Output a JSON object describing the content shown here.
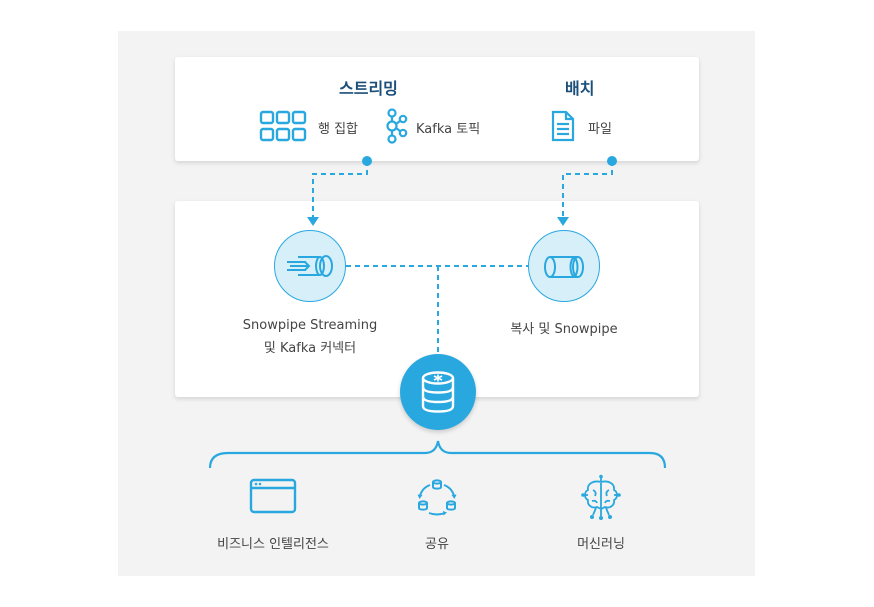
{
  "streaming": {
    "title": "스트리밍",
    "row_set_label": "행 집합",
    "kafka_topic_label": "Kafka 토픽"
  },
  "batch": {
    "title": "배치",
    "file_label": "파일"
  },
  "ingest": {
    "streaming_connector_line1": "Snowpipe Streaming",
    "streaming_connector_line2": "및 Kafka 커넥터",
    "copy_snowpipe_label": "복사 및 Snowpipe"
  },
  "outputs": {
    "bi_label": "비즈니스 인텔리전스",
    "sharing_label": "공유",
    "ml_label": "머신러닝"
  },
  "colors": {
    "accent": "#29a8e0",
    "accent_light": "#d6eff9",
    "heading": "#1b4f7a",
    "panel_bg": "#f3f3f3"
  }
}
